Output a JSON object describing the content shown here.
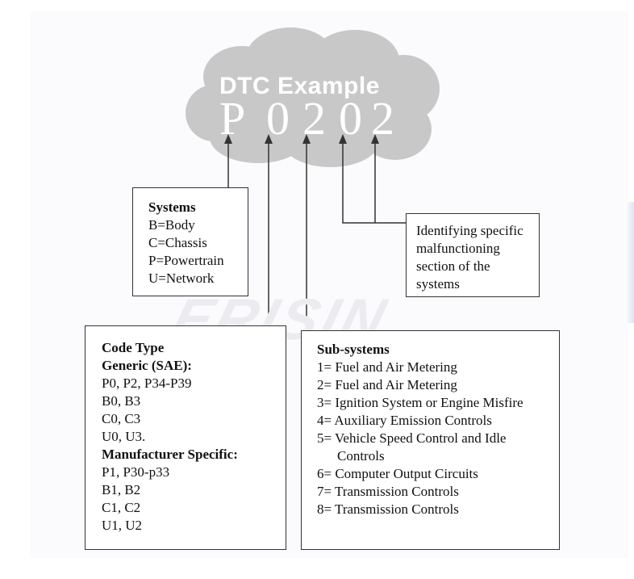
{
  "diagram": {
    "title": "DTC Example",
    "code_chars": [
      "P",
      "0",
      "2",
      "0",
      "2"
    ],
    "watermark": "ERISIN",
    "systems_box": {
      "heading": "Systems",
      "items": [
        "B=Body",
        "C=Chassis",
        "P=Powertrain",
        "U=Network"
      ]
    },
    "identifying_box": {
      "lines": [
        "Identifying specific",
        "malfunctioning",
        "section of the",
        "systems"
      ]
    },
    "code_type_box": {
      "heading": "Code Type",
      "generic_heading": "Generic (SAE):",
      "generic_items": [
        "P0, P2, P34-P39",
        "B0, B3",
        "C0, C3",
        "U0, U3."
      ],
      "manufacturer_heading": "Manufacturer Specific:",
      "manufacturer_items": [
        "P1, P30-p33",
        "B1, B2",
        "C1, C2",
        "U1, U2"
      ]
    },
    "subsystems_box": {
      "heading": "Sub-systems",
      "items": [
        "1= Fuel and Air Metering",
        "2= Fuel and Air Metering",
        "3= Ignition System or Engine Misfire",
        "4= Auxiliary Emission Controls",
        "5= Vehicle Speed Control and Idle",
        "Controls",
        "6= Computer Output Circuits",
        "7= Transmission Controls",
        "8= Transmission Controls"
      ]
    },
    "colors": {
      "cloud": "#c8c8c8",
      "line": "#333333",
      "paper": "#fbfafd"
    }
  }
}
